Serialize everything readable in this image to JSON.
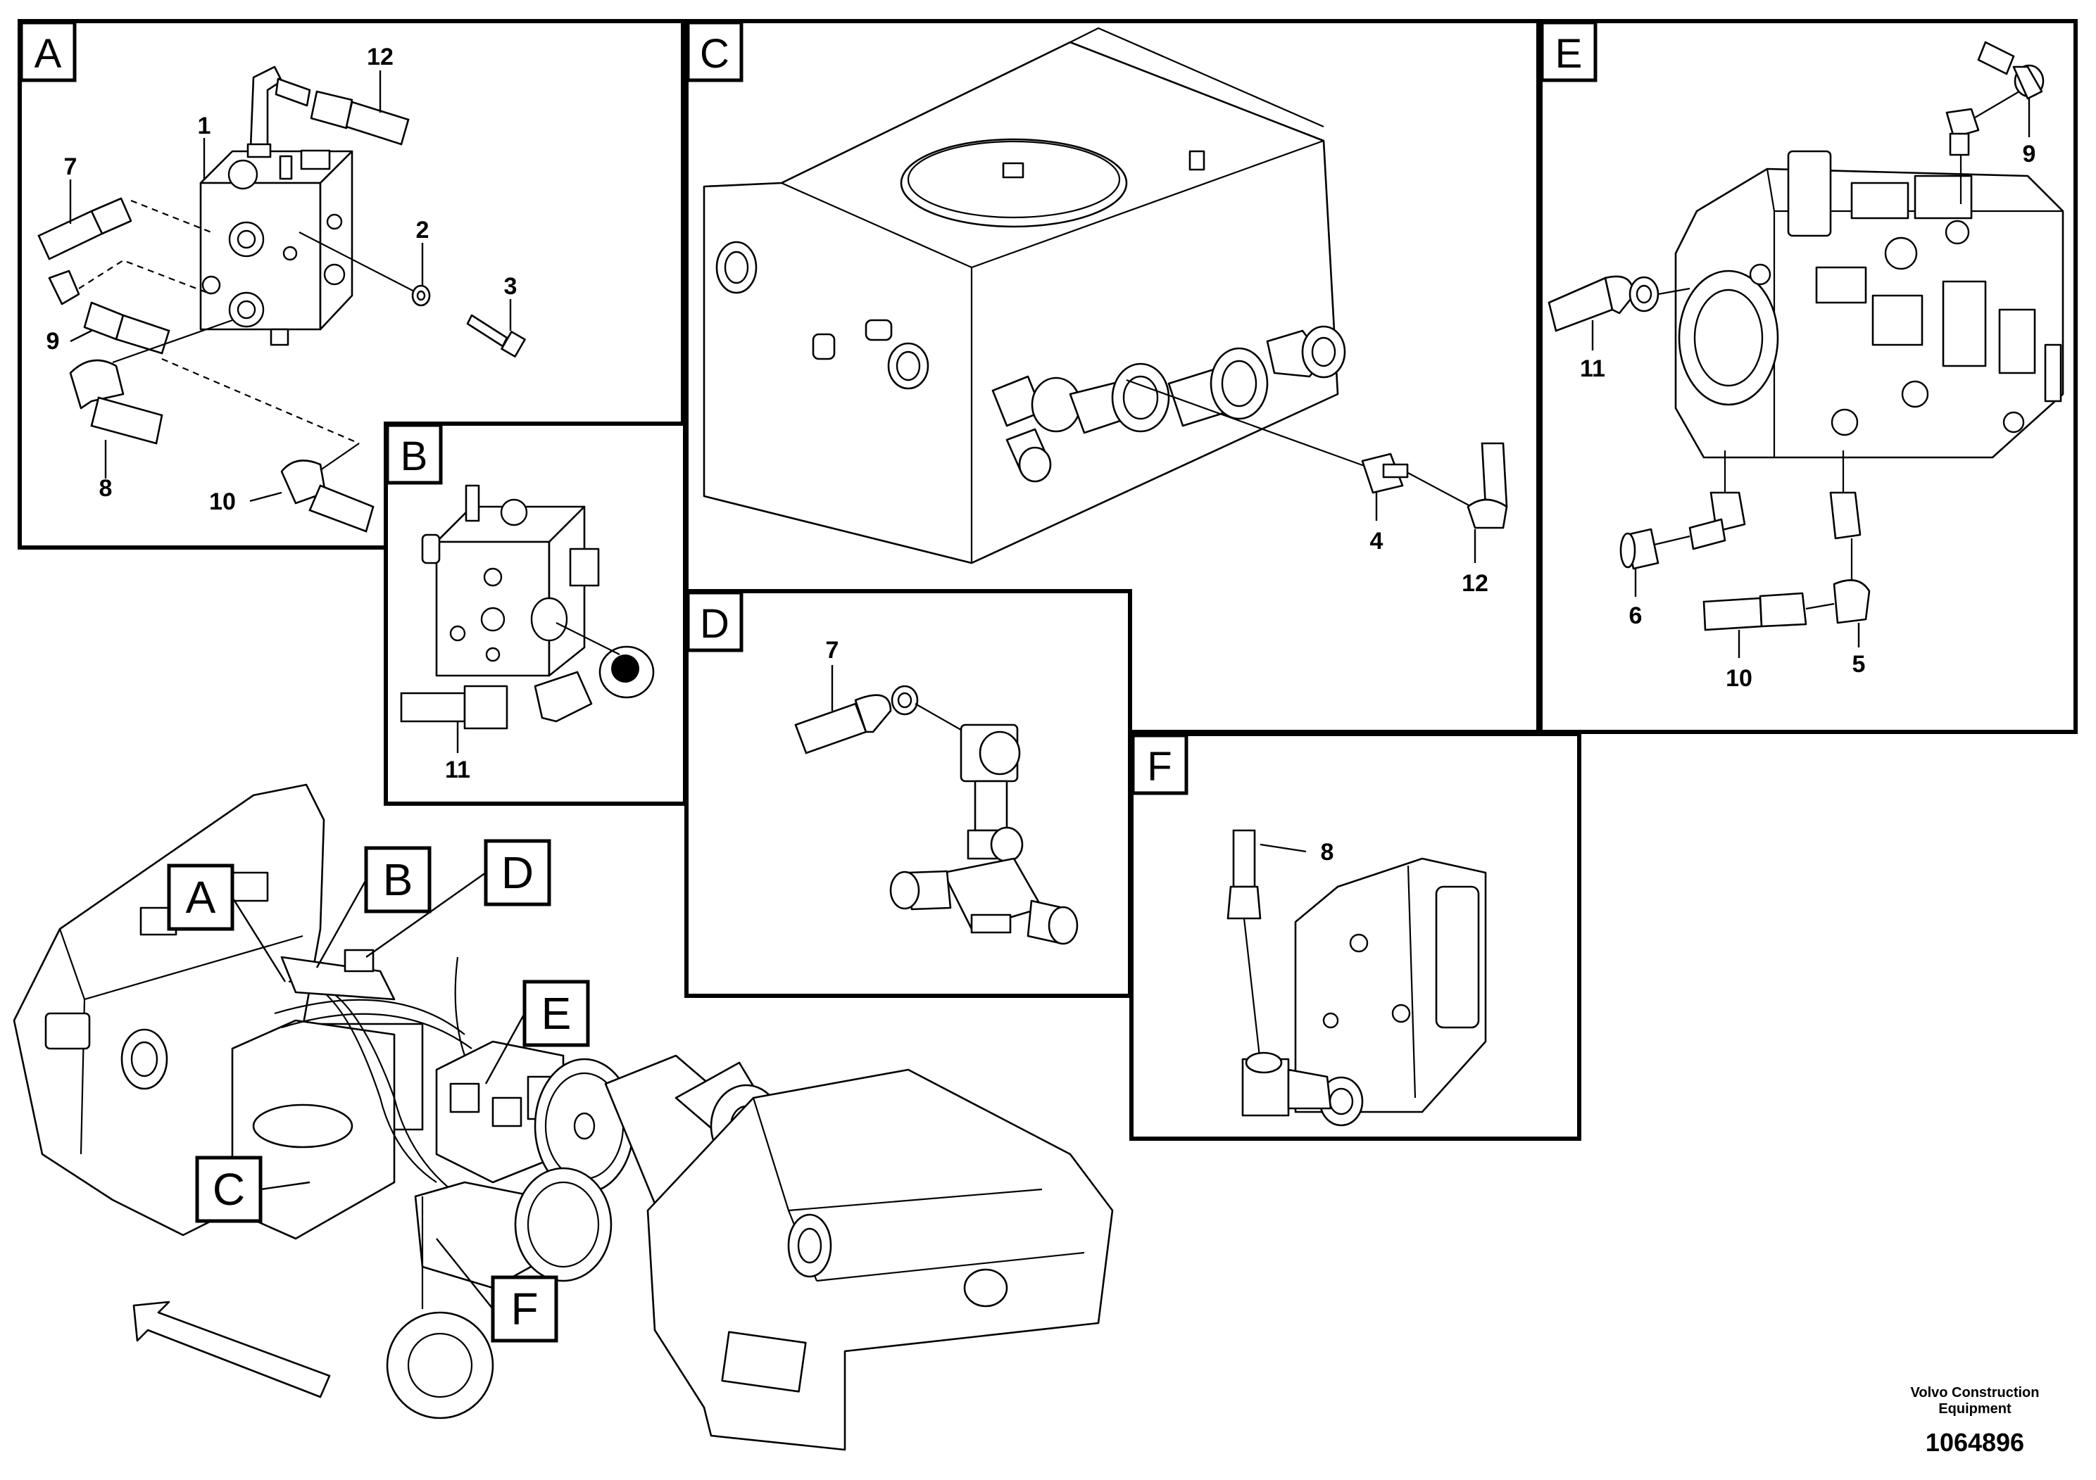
{
  "panels": {
    "A": {
      "label": "A",
      "callouts": [
        "1",
        "2",
        "3",
        "7",
        "8",
        "9",
        "10",
        "12"
      ]
    },
    "B": {
      "label": "B",
      "callouts": [
        "11"
      ]
    },
    "C": {
      "label": "C",
      "callouts": [
        "4",
        "12"
      ]
    },
    "D": {
      "label": "D",
      "callouts": [
        "7"
      ]
    },
    "E": {
      "label": "E",
      "callouts": [
        "9",
        "11",
        "6",
        "10",
        "5"
      ]
    },
    "F": {
      "label": "F",
      "callouts": [
        "8"
      ]
    }
  },
  "overview_callouts": [
    "A",
    "B",
    "D",
    "E",
    "C",
    "F"
  ],
  "footer": {
    "brand_line1": "Volvo Construction",
    "brand_line2": "Equipment",
    "doc_number": "1064896"
  },
  "icons": {
    "direction_arrow": "direction-arrow-icon"
  }
}
